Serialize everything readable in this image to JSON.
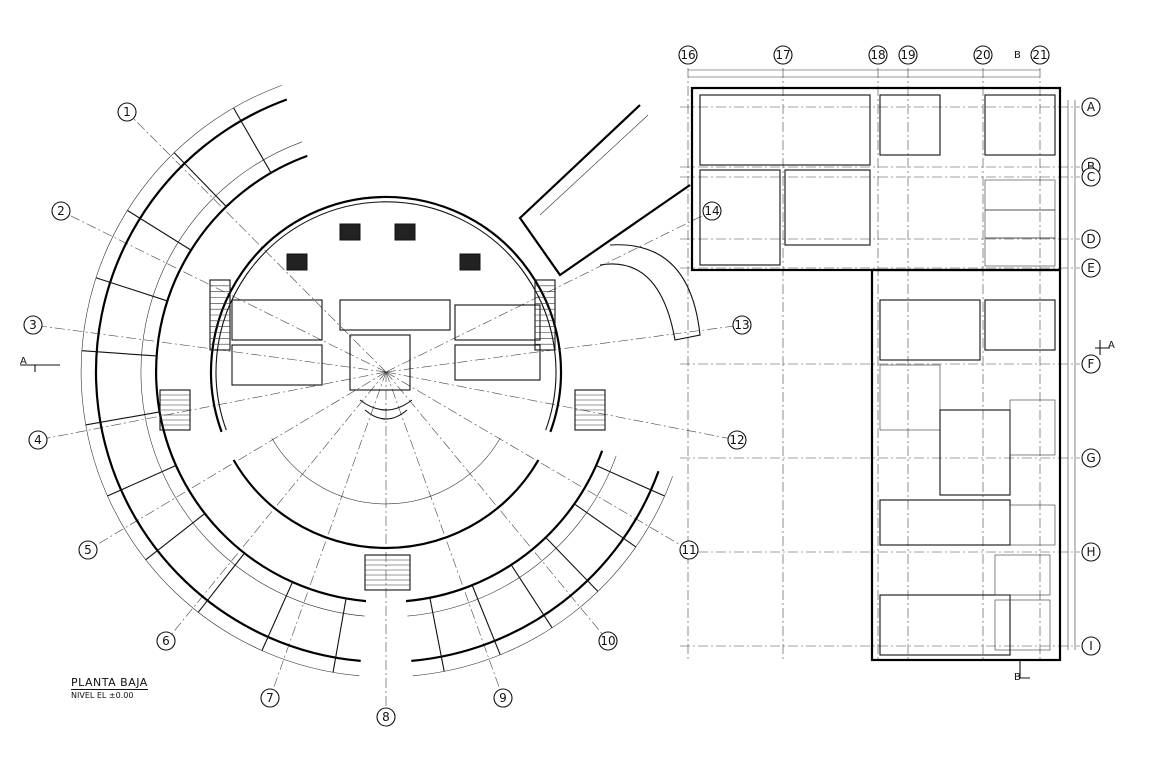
{
  "drawing": {
    "title": "PLANTA BAJA",
    "level": "NIVEL EL ±0.00"
  },
  "grid_bubbles": [
    "1",
    "2",
    "3",
    "4",
    "5",
    "6",
    "7",
    "8",
    "9",
    "10",
    "11",
    "12",
    "13",
    "14",
    "16",
    "17",
    "18",
    "19",
    "20",
    "21",
    "A",
    "B",
    "C",
    "D",
    "E",
    "F",
    "G",
    "H",
    "I"
  ],
  "section_marks": {
    "left": "A",
    "right": "A",
    "top": "B",
    "bottom": "B"
  },
  "colors": {
    "ink": "#111111",
    "paper": "#ffffff"
  }
}
